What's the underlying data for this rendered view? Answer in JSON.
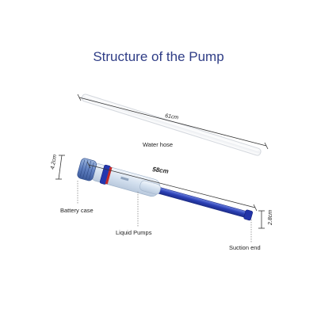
{
  "title": "Structure of the Pump",
  "colors": {
    "title": "#2f3d86",
    "hose_fill": "#f6f7f9",
    "hose_edge": "#d5d9de",
    "pump_body": "#dbe6f3",
    "pump_blue": "#2a3fb5",
    "dimension_line": "#333333",
    "leader_line": "#777777"
  },
  "parts": {
    "water_hose": {
      "length_label": "61cm",
      "name": "Water hose"
    },
    "pump": {
      "length_label": "58cm",
      "battery_diameter_label": "4.2cm",
      "suction_diameter_label": "2.8cm"
    }
  },
  "labels": {
    "battery_case": "Battery case",
    "liquid_pumps": "Liquid Pumps",
    "suction_end": "Suction end"
  }
}
